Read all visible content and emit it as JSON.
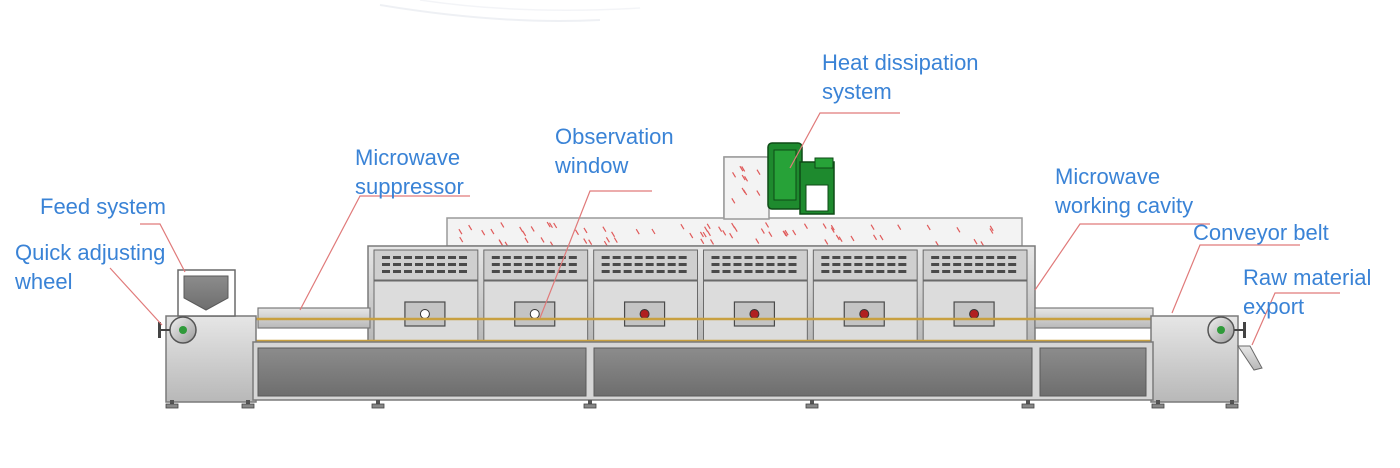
{
  "labels": {
    "heat_dissipation": "Heat dissipation\nsystem",
    "observation_window": "Observation\nwindow",
    "microwave_suppressor": "Microwave\nsuppressor",
    "feed_system": "Feed system",
    "quick_adjusting_wheel": "Quick adjusting\nwheel",
    "working_cavity": "Microwave\nworking cavity",
    "conveyor_belt": "Conveyor belt",
    "raw_material_export": "Raw material\nexport"
  },
  "colors": {
    "label_text": "#3a83d6",
    "leader_line": "#e07a7a",
    "machine_frame": "#8a8a8a",
    "machine_panel": "#d9d9d9",
    "fan_green": "#1e8a2e",
    "heat_spots": "#e05a5a",
    "belt_gold": "#c8a040"
  },
  "machine": {
    "cavity_modules": 6,
    "observation_windows": 6
  }
}
